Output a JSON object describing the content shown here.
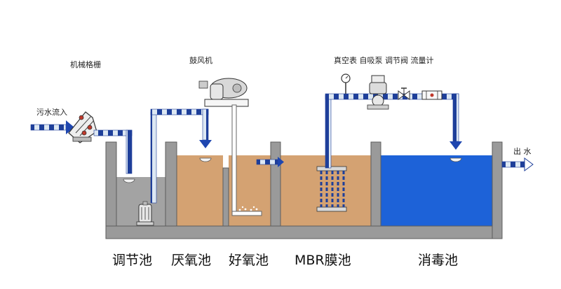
{
  "labels": {
    "screen": "机械格栅",
    "blower": "鼓风机",
    "instruments": "真空表 自吸泵 调节阀  流量计",
    "inflow": "污水流入",
    "outflow": "出 水"
  },
  "tanks": {
    "regulating": "调节池",
    "anaerobic": "厌氧池",
    "aerobic": "好氧池",
    "mbr": "MBR膜池",
    "disinfection": "消毒池"
  },
  "colors": {
    "wall": "#9a9a9a",
    "wall_dark": "#5c5c5c",
    "sludge": "#d4a272",
    "grey_water": "#a3a3a3",
    "clean_water": "#1d62d8",
    "pipe_blue": "#1e3f9a",
    "pipe_light": "#dde8f3",
    "arrow_blue": "#1e46b0"
  },
  "icons": [
    "screen-icon",
    "blower-icon",
    "vacuum-gauge-icon",
    "self-priming-pump-icon",
    "control-valve-icon",
    "flowmeter-icon",
    "submersible-pump-icon",
    "membrane-module-icon",
    "aerator-icon",
    "diffuser-icon"
  ]
}
